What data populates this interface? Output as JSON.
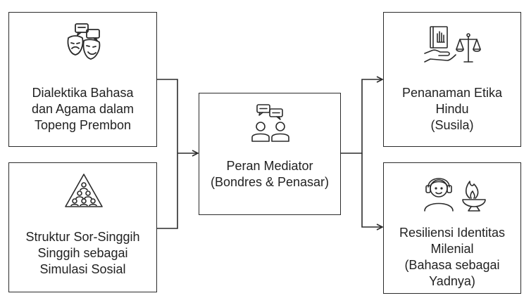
{
  "nodes": {
    "dialektika": {
      "lines": [
        "Dialektika Bahasa",
        "dan Agama dalam",
        "Topeng Prembon"
      ],
      "icon": "theater-masks-with-speech-bubbles-icon"
    },
    "struktur": {
      "lines": [
        "Struktur Sor-Singgih",
        "Singgih sebagai",
        "Simulasi Sosial"
      ],
      "icon": "people-pyramid-icon"
    },
    "mediator": {
      "lines": [
        "Peran Mediator",
        "(Bondres & Penasar)"
      ],
      "icon": "two-people-conversation-icon"
    },
    "etika": {
      "lines": [
        "Penanaman Etika",
        "Hindu",
        "(Susila)"
      ],
      "icon": "book-hand-and-scales-icon"
    },
    "resiliensi": {
      "lines": [
        "Resiliensi Identitas",
        "Milenial",
        "(Bahasa sebagai",
        "Yadnya)"
      ],
      "icon": "person-headphones-and-fire-bowl-icon"
    }
  },
  "edges": [
    {
      "from": "dialektika",
      "to": "mediator"
    },
    {
      "from": "struktur",
      "to": "mediator"
    },
    {
      "from": "mediator",
      "to": "etika"
    },
    {
      "from": "mediator",
      "to": "resiliensi"
    }
  ],
  "colors": {
    "stroke": "#2b2b2b",
    "text": "#222222",
    "background": "#ffffff"
  }
}
